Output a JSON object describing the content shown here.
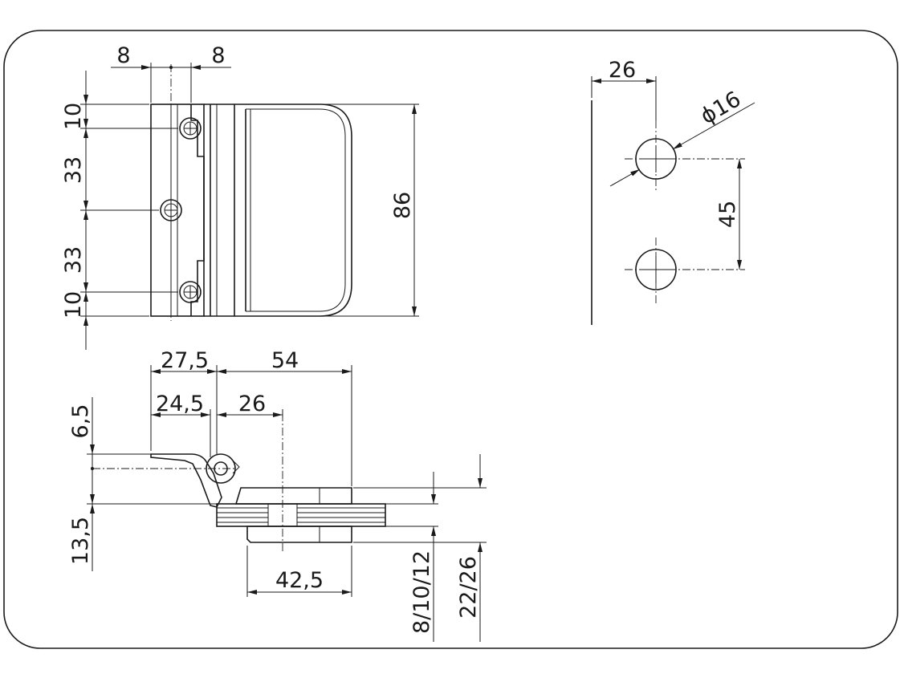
{
  "dimensions": {
    "top_view": {
      "hole_offset_left": "8",
      "hole_offset_right": "8",
      "edge_top": "10",
      "spacing_upper": "33",
      "spacing_lower": "33",
      "edge_bottom": "10",
      "overall_height": "86"
    },
    "hole_pattern": {
      "distance_from_edge": "26",
      "hole_diameter": "ϕ16",
      "hole_spacing": "45"
    },
    "side_view": {
      "width_outer": "27,5",
      "width_inner": "24,5",
      "leaf_length": "54",
      "hole_offset": "26",
      "offset_top": "6,5",
      "offset_bottom": "13,5",
      "clamp_length": "42,5",
      "glass_thickness": "8/10/12",
      "total_thickness": "22/26"
    }
  }
}
